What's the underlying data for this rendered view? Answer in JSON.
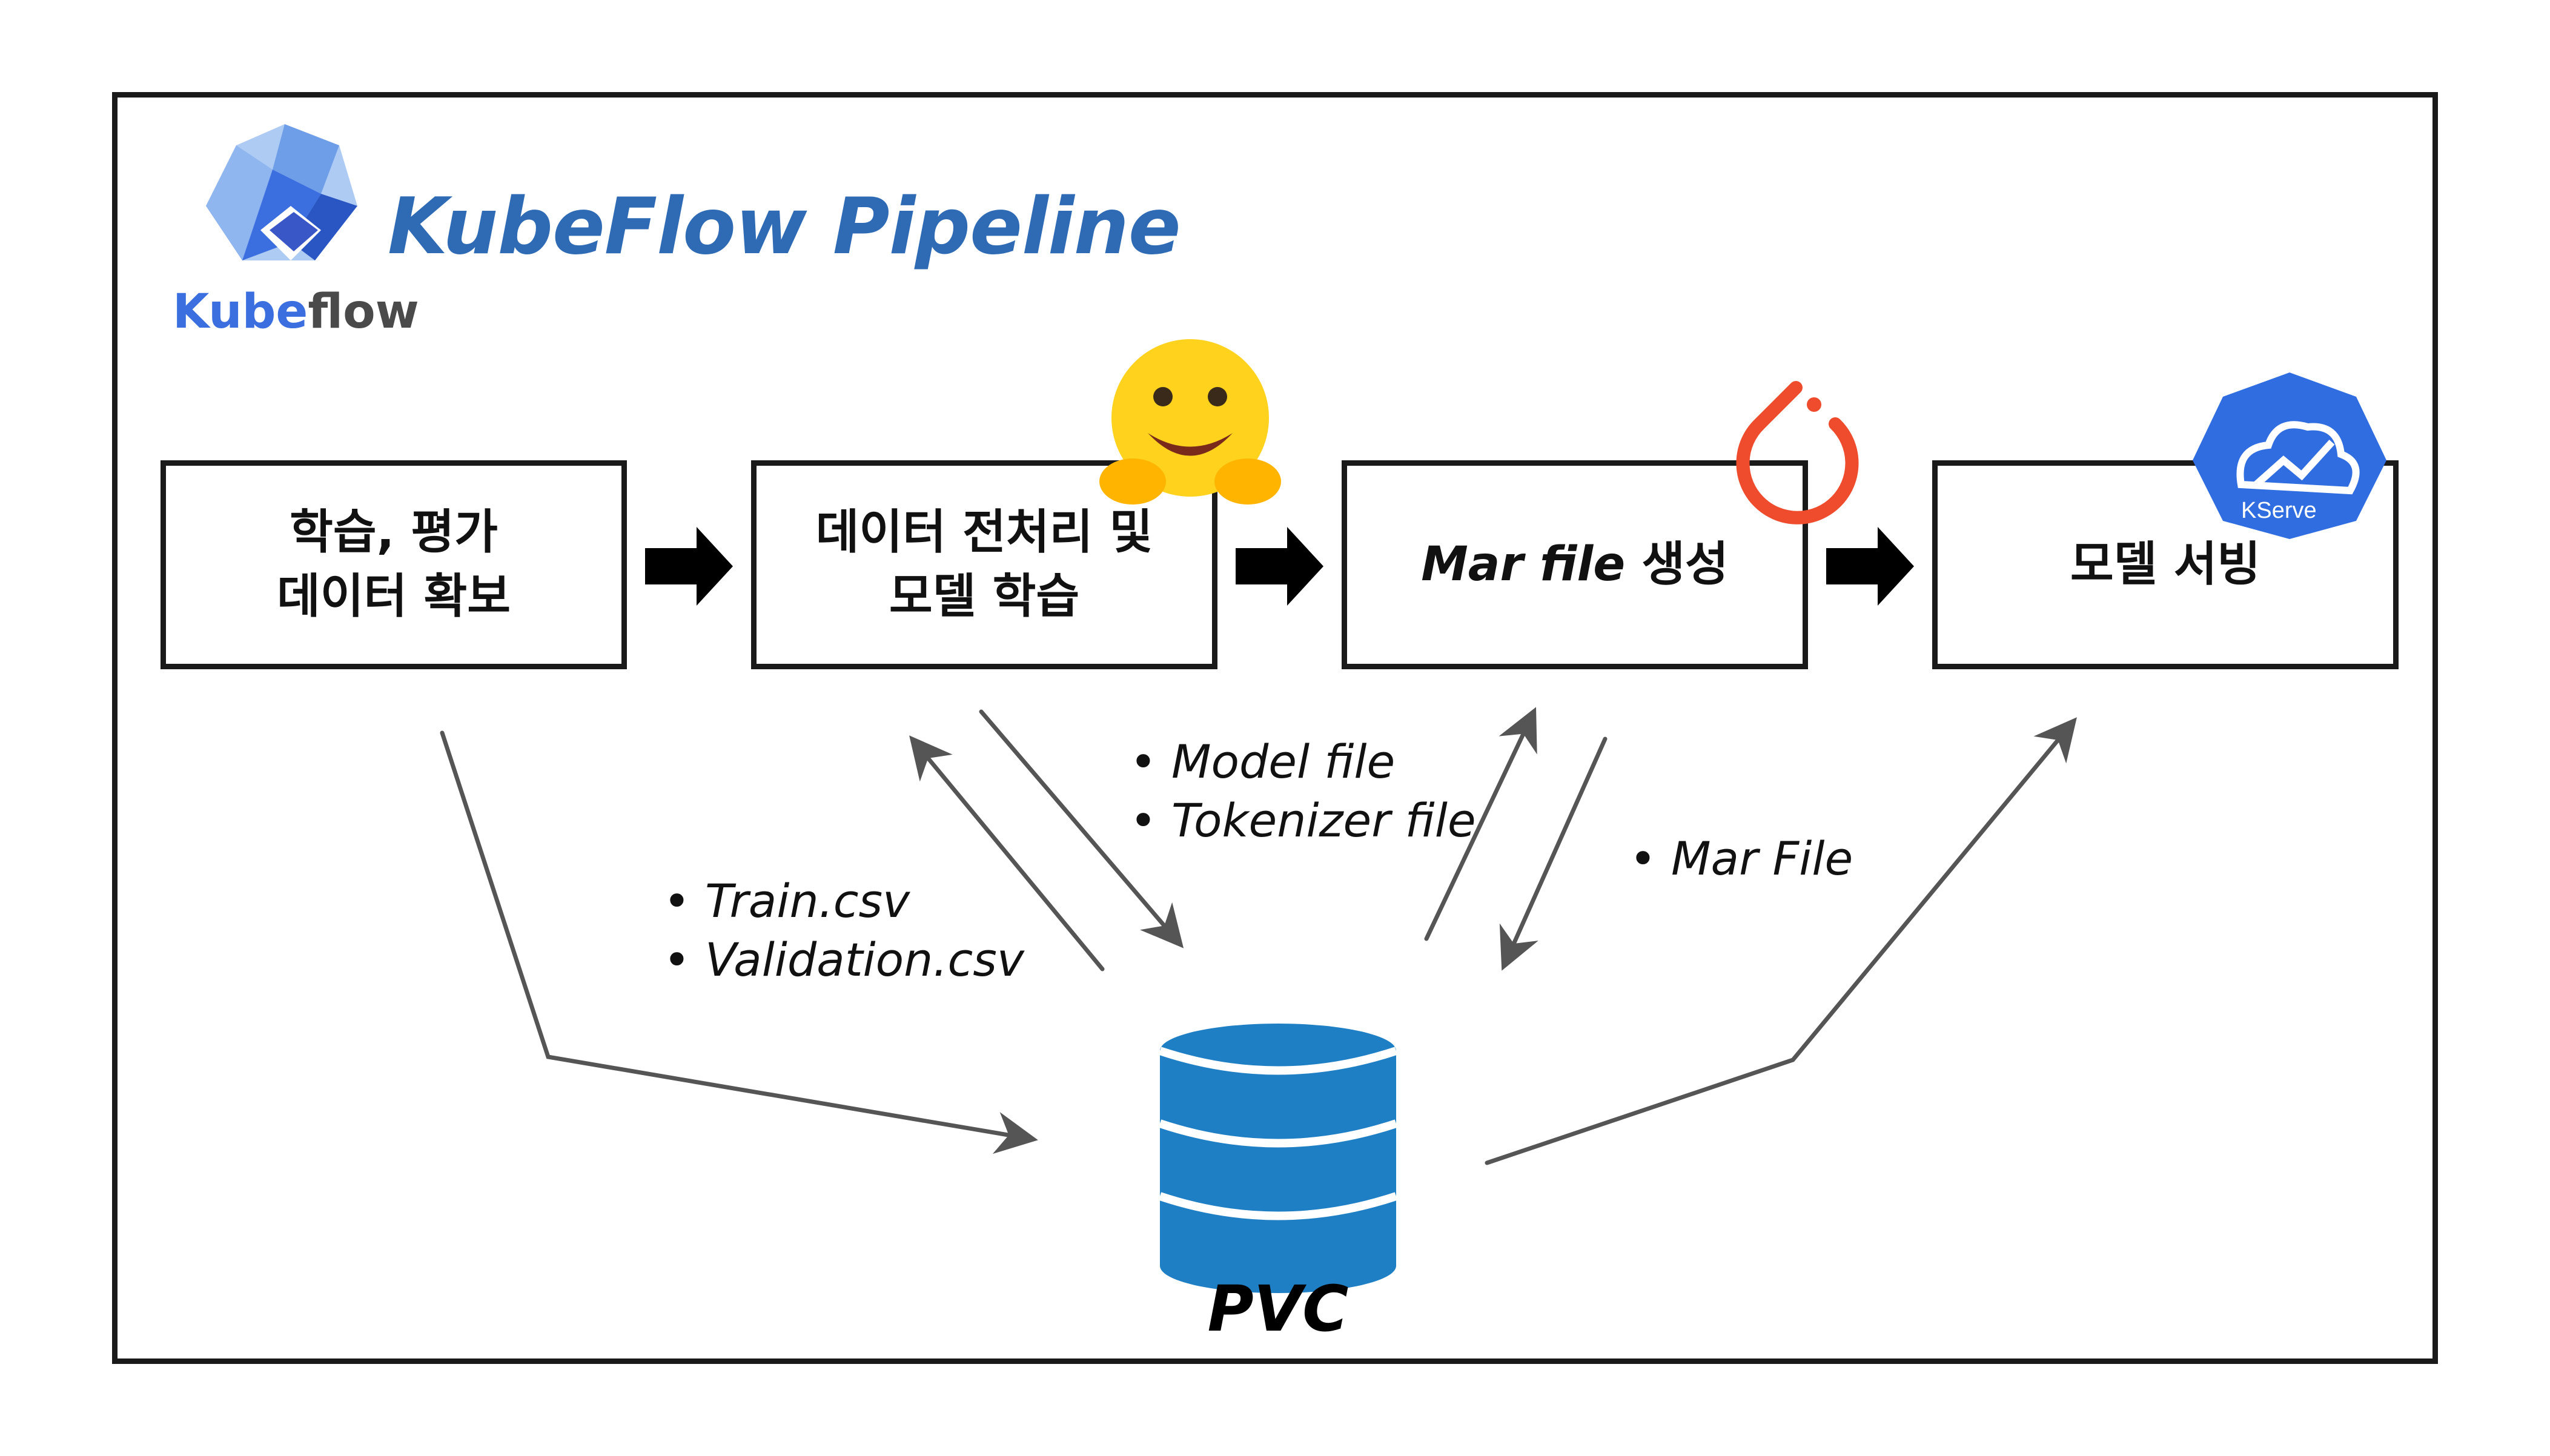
{
  "header": {
    "title": "KubeFlow Pipeline",
    "brand_part1": "Kube",
    "brand_part2": "flow"
  },
  "steps": [
    {
      "line1": "학습, 평가",
      "line2": "데이터 확보"
    },
    {
      "line1": "데이터 전처리 및",
      "line2": "모델 학습"
    },
    {
      "line1_italic": "Mar file",
      "line1_rest": " 생성"
    },
    {
      "line1": "모델 서빙"
    }
  ],
  "annotations": {
    "csv": [
      "• Train.csv",
      "• Validation.csv"
    ],
    "model": [
      "• Model file",
      "• Tokenizer file"
    ],
    "mar": [
      "• Mar File"
    ]
  },
  "storage": {
    "label": "PVC"
  },
  "kserve": {
    "label": "KServe"
  },
  "colors": {
    "kubeflow_blue": "#2f6bb5",
    "pvc_blue": "#1f7fc4",
    "pytorch_orange": "#ee4c2c",
    "kserve_blue": "#2f6de0",
    "hugging_yellow": "#ffd21e"
  },
  "icons": [
    "kubeflow-logo-icon",
    "hugging-face-icon",
    "pytorch-icon",
    "kserve-icon",
    "database-icon"
  ]
}
